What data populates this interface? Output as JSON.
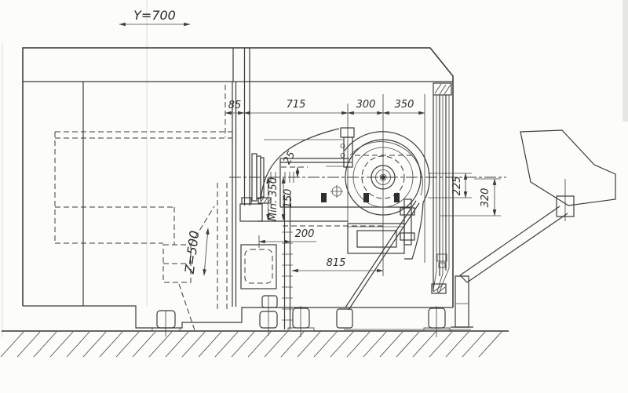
{
  "drawing": {
    "kind": "machine-tool side elevation, scanned blueprint",
    "colors": {
      "ink": "#3b3b3b",
      "paper": "#fcfcf9",
      "artifact": "#e3e3df"
    },
    "annotations": {
      "y_travel": "Y=700",
      "z_travel": "Z=500",
      "dim_85": "85",
      "dim_715": "715",
      "dim_300": "300",
      "dim_350": "350",
      "dim_25": "25",
      "dim_150": "150",
      "dim_min_350": "Min. 350",
      "dim_200": "200",
      "dim_815": "815",
      "dim_225": "225",
      "dim_320": "320"
    }
  }
}
